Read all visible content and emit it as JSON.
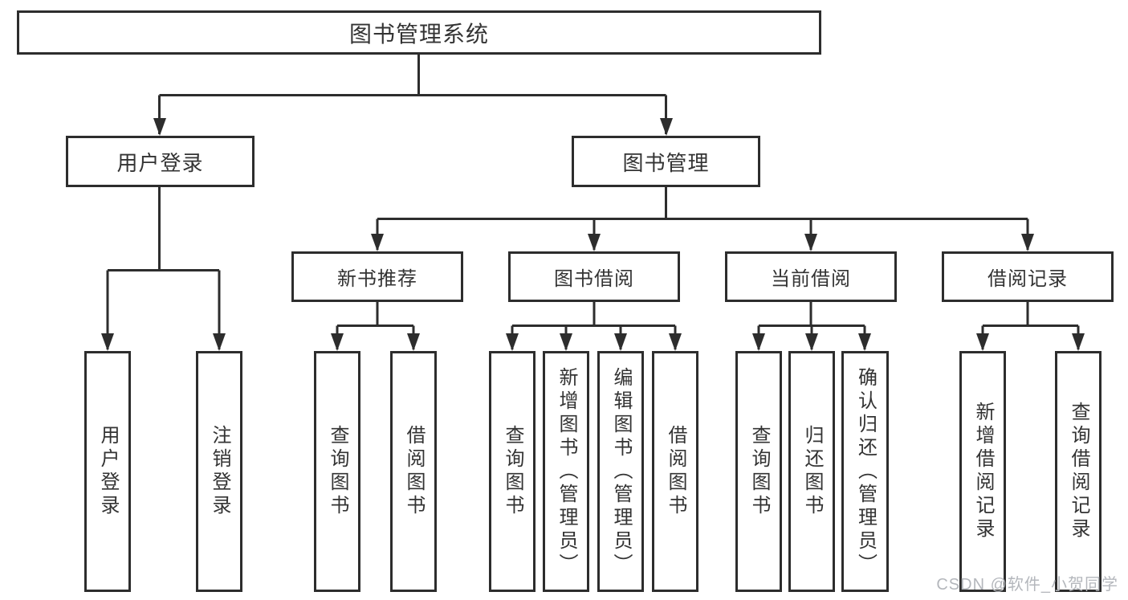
{
  "nodes": {
    "root": "图书管理系统",
    "user_login": "用户登录",
    "book_mgmt": "图书管理",
    "new_books": "新书推荐",
    "book_borrow": "图书借阅",
    "current_borrow": "当前借阅",
    "borrow_records": "借阅记录",
    "ul_login": "用户登录",
    "ul_logout": "注销登录",
    "nb_query": "查询图书",
    "nb_borrow": "借阅图书",
    "bb_query": "查询图书",
    "bb_add": "新增图书（管理员）",
    "bb_edit": "编辑图书（管理员）",
    "bb_borrow": "借阅图书",
    "cb_query": "查询图书",
    "cb_return": "归还图书",
    "cb_confirm": "确认归还（管理员）",
    "br_add": "新增借阅记录",
    "br_query": "查询借阅记录"
  },
  "watermark": "CSDN @软件_小贺同学",
  "colors": {
    "line": "#2d2d2d",
    "box_border": "#2d2d2d",
    "text": "#333333",
    "background": "#ffffff",
    "watermark": "#b4b7bc"
  }
}
